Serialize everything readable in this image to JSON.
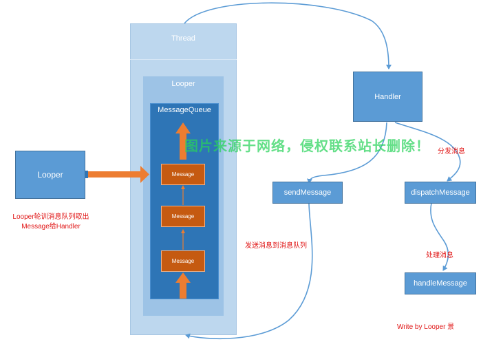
{
  "thread": {
    "title": "Thread"
  },
  "looper_container": {
    "title": "Looper"
  },
  "message_queue": {
    "title": "MessageQueue",
    "messages": [
      "Message",
      "Message",
      "Message"
    ]
  },
  "looper_box": {
    "label": "Looper"
  },
  "looper_caption": {
    "line1": "Looper轮训消息队列取出",
    "line2": "Message给Handler"
  },
  "handler": {
    "label": "Handler"
  },
  "send_message": {
    "label": "sendMessage"
  },
  "dispatch_message": {
    "label": "dispatchMessage"
  },
  "handle_message": {
    "label": "handleMessage"
  },
  "annotations": {
    "dispatch": "分发消息",
    "send": "发送消息到消息队列",
    "handle": "处理消息",
    "author": "Write by Looper 景"
  },
  "watermark": "图片来源于网络，侵权联系站长删除！",
  "colors": {
    "thread_bg": "#bdd7ee",
    "looper_bg": "#9dc3e6",
    "queue_bg": "#2e75b6",
    "message_bg": "#c55a11",
    "arrow_orange": "#ed7d31",
    "node_blue": "#5b9bd5",
    "connector": "#5b9bd5",
    "annotation_red": "#e01515",
    "watermark_green": "#28d25a"
  }
}
